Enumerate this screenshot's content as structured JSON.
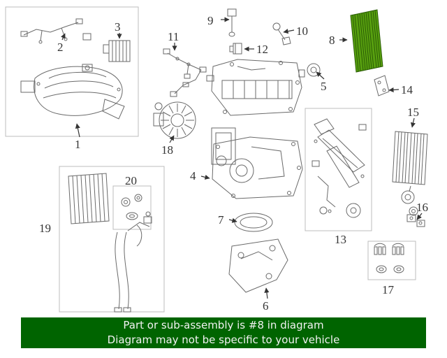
{
  "diagram": {
    "parts": [
      {
        "number": "1"
      },
      {
        "number": "2"
      },
      {
        "number": "3"
      },
      {
        "number": "4"
      },
      {
        "number": "5"
      },
      {
        "number": "6"
      },
      {
        "number": "7"
      },
      {
        "number": "8"
      },
      {
        "number": "9"
      },
      {
        "number": "10"
      },
      {
        "number": "11"
      },
      {
        "number": "12"
      },
      {
        "number": "13"
      },
      {
        "number": "14"
      },
      {
        "number": "15"
      },
      {
        "number": "16"
      },
      {
        "number": "17"
      },
      {
        "number": "18"
      },
      {
        "number": "19"
      },
      {
        "number": "20"
      }
    ],
    "highlight": {
      "part": "8",
      "fill": "#58a00f",
      "stroke": "#2a5c05"
    },
    "banner": {
      "line1": "Part or sub-assembly is #8 in diagram",
      "line2": "Diagram may not be specific to your vehicle",
      "bg": "#006400",
      "fg": "#f2f2f2"
    }
  }
}
